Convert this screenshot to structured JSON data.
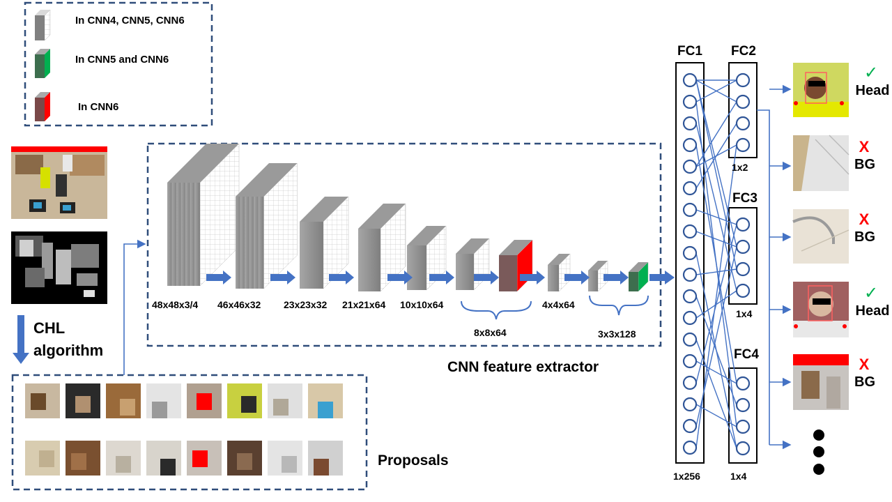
{
  "legend": {
    "items": [
      {
        "label": "In CNN4, CNN5, CNN6",
        "color": "#bfbfbf"
      },
      {
        "label": "In CNN5 and CNN6",
        "color": "#2e8b57"
      },
      {
        "label": "In CNN6",
        "color": "#ff0000"
      }
    ]
  },
  "chl": {
    "line1": "CHL",
    "line2": "algorithm"
  },
  "cnn": {
    "title": "CNN feature extractor",
    "layers": [
      "48x48x3/4",
      "46x46x32",
      "23x23x32",
      "21x21x64",
      "10x10x64",
      "4x4x64"
    ],
    "group_labels": [
      "8x8x64",
      "3x3x128"
    ]
  },
  "proposals": {
    "label": "Proposals"
  },
  "fc": {
    "fc1": {
      "title": "FC1",
      "size": "1x256"
    },
    "fc2": {
      "title": "FC2",
      "size": "1x2"
    },
    "fc3": {
      "title": "FC3",
      "size": "1x4"
    },
    "fc4": {
      "title": "FC4",
      "size": "1x4"
    }
  },
  "outputs": [
    {
      "label": "Head",
      "mark": "✓"
    },
    {
      "label": "BG",
      "mark": "X"
    },
    {
      "label": "BG",
      "mark": "X"
    },
    {
      "label": "Head",
      "mark": "✓"
    },
    {
      "label": "BG",
      "mark": "X"
    }
  ],
  "colors": {
    "accent": "#4472c4",
    "check": "#00b050",
    "cross": "#ff0000",
    "dash": "#2f4d7a"
  }
}
